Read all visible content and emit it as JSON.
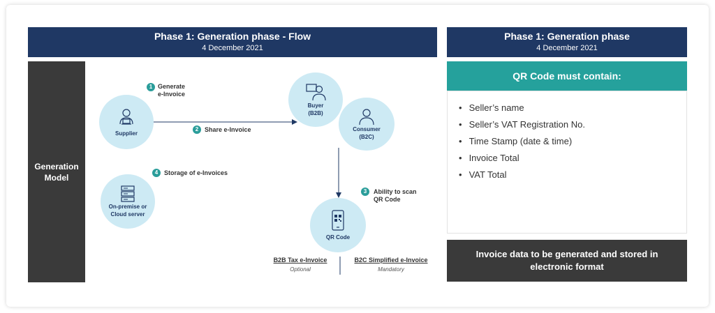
{
  "left_header": {
    "title": "Phase 1: Generation phase - Flow",
    "date": "4 December 2021"
  },
  "right_header": {
    "title": "Phase 1: Generation phase",
    "date": "4 December 2021"
  },
  "sidebar_label": "Generation Model",
  "nodes": {
    "supplier": "Supplier",
    "buyer_line1": "Buyer",
    "buyer_line2": "(B2B)",
    "consumer_line1": "Consumer",
    "consumer_line2": "(B2C)",
    "server_line1": "On-premise or",
    "server_line2": "Cloud server",
    "qr": "QR Code"
  },
  "steps": [
    {
      "num": "1",
      "line1": "Generate",
      "line2": "e-Invoice"
    },
    {
      "num": "2",
      "line1": "Share e-Invoice",
      "line2": ""
    },
    {
      "num": "3",
      "line1": "Ability to scan",
      "line2": "QR Code"
    },
    {
      "num": "4",
      "line1": "Storage of e-Invoices",
      "line2": ""
    }
  ],
  "legend": {
    "b2b_title": "B2B Tax e-Invoice",
    "b2b_sub": "Optional",
    "b2c_title": "B2C Simplified e-Invoice",
    "b2c_sub": "Mandatory"
  },
  "qr_box_title": "QR Code must contain:",
  "qr_items": [
    "Seller’s name",
    "Seller’s VAT Registration No.",
    "Time Stamp (date & time)",
    "Invoice Total",
    "VAT Total"
  ],
  "bottom_box": "Invoice data to be generated and stored in electronic format",
  "colors": {
    "navy": "#1f3864",
    "teal": "#25a19c",
    "dark": "#3a3a3a",
    "circle": "#cdeaf4"
  }
}
